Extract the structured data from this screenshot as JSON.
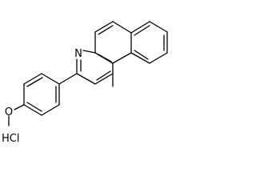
{
  "molecule": {
    "atoms": {
      "nitrogen": "N",
      "oxygen": "O",
      "salt": "HCl"
    },
    "colors": {
      "bond": "#000000",
      "label": "#000000",
      "background": "#ffffff"
    }
  }
}
